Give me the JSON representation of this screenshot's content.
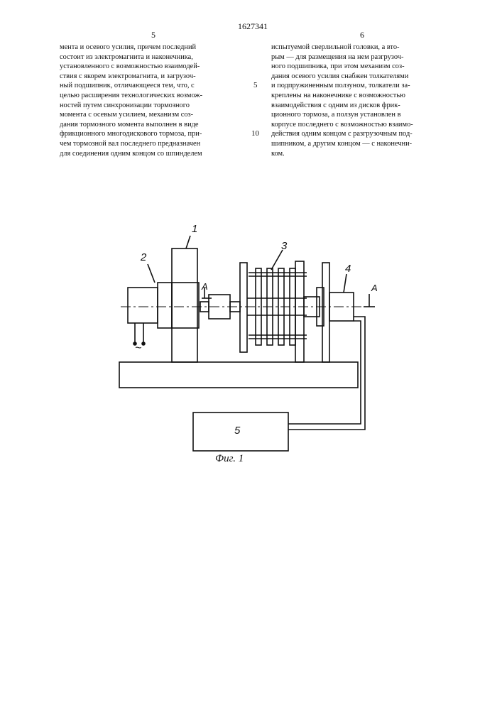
{
  "header": {
    "patent_number": "1627341",
    "page_left": "5",
    "page_right": "6"
  },
  "left_column": {
    "text": "мента и осевого усилия, причем последний\nсостоит из электромагнита и наконечника,\nустановленного с возможностью взаимодей-\nствия с якорем электромагнита, и загрузоч-\nный подшипник, отличающееся тем, что, с\nцелью расширения технологических возмож-\nностей путем синхронизации тормозного\nмомента с осевым усилием, механизм соз-\nдания тормозного момента выполнен в виде\nфрикционного многодискового тормоза, при-\nчем тормозной вал последнего предназначен\nдля соединения одним концом со шпинделем"
  },
  "right_column": {
    "text": "испытуемой сверлильной головки, а вто-\nрым — для размещения на нем разгрузоч-\nного подшипника, при этом механизм соз-\nдания осевого усилия снабжен толкателями\nи подпружиненным ползуном, толкатели за-\nкреплены на наконечнике с возможностью\nвзаимодействия с одним из дисков фрик-\nционного тормоза, а ползун установлен в\nкорпусе последнего с возможностью взаимо-\nдействия одним концом с разгрузочным под-\nшипником, а другим концом — с наконечни-\nком."
  },
  "line_numbers": [
    "5",
    "10"
  ],
  "figure": {
    "labels": {
      "n1": "1",
      "n2": "2",
      "n3": "3",
      "n4": "4",
      "n5": "5",
      "section_left": "A",
      "section_right": "A",
      "ac_symbol": "~"
    },
    "caption": "Фиг. 1"
  }
}
